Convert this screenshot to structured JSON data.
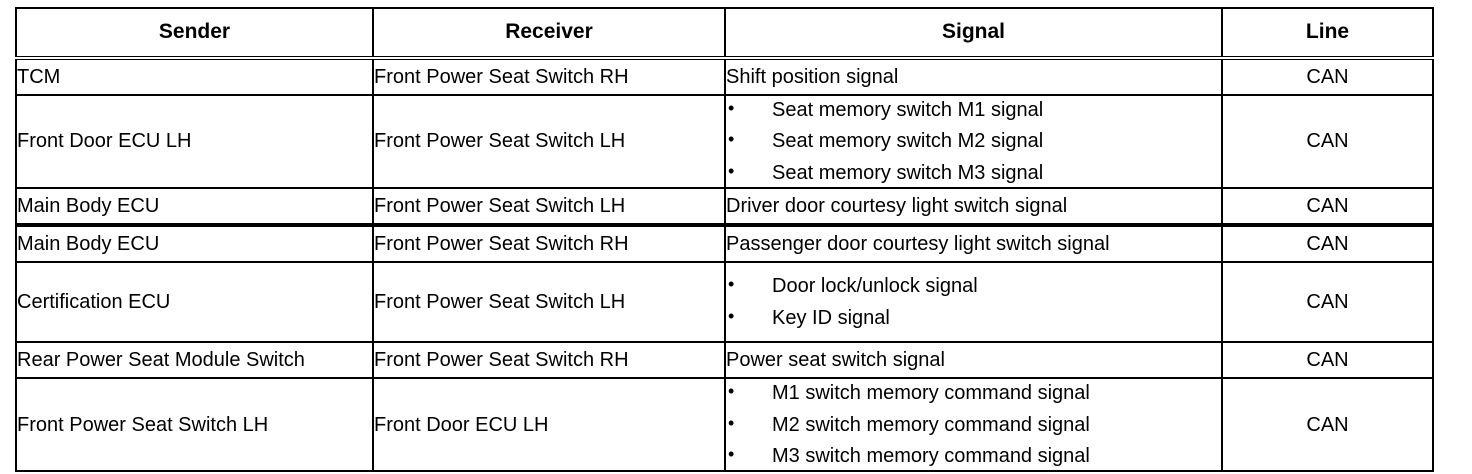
{
  "table": {
    "columns": [
      {
        "key": "sender",
        "label": "Sender"
      },
      {
        "key": "receiver",
        "label": "Receiver"
      },
      {
        "key": "signal",
        "label": "Signal"
      },
      {
        "key": "line",
        "label": "Line"
      }
    ],
    "bullet_glyph": "•",
    "rows": [
      {
        "sender": "TCM",
        "receiver": "Front Power Seat Switch RH",
        "signal_text": "Shift position signal",
        "signal_bullets": [],
        "line": "CAN"
      },
      {
        "sender": "Front Door ECU LH",
        "receiver": "Front Power Seat Switch LH",
        "signal_text": "",
        "signal_bullets": [
          "Seat memory switch M1 signal",
          "Seat memory switch M2 signal",
          "Seat memory switch M3 signal"
        ],
        "line": "CAN"
      },
      {
        "sender": "Main Body ECU",
        "receiver": "Front Power Seat Switch LH",
        "signal_text": "Driver door courtesy light switch signal",
        "signal_bullets": [],
        "line": "CAN"
      },
      {
        "sender": "Main Body ECU",
        "receiver": "Front Power Seat Switch RH",
        "signal_text": "Passenger door courtesy light switch signal",
        "signal_bullets": [],
        "line": "CAN"
      },
      {
        "sender": "Certification ECU",
        "receiver": "Front Power Seat Switch LH",
        "signal_text": "",
        "signal_bullets": [
          "Door lock/unlock signal",
          "Key ID signal"
        ],
        "line": "CAN"
      },
      {
        "sender": "Rear Power Seat Module Switch",
        "receiver": "Front Power Seat Switch RH",
        "signal_text": "Power seat switch signal",
        "signal_bullets": [],
        "line": "CAN"
      },
      {
        "sender": "Front Power Seat Switch LH",
        "receiver": "Front Door ECU LH",
        "signal_text": "",
        "signal_bullets": [
          "M1 switch memory command signal",
          "M2 switch memory command signal",
          "M3 switch memory command signal"
        ],
        "line": "CAN"
      }
    ]
  },
  "style": {
    "border_color": "#000000",
    "text_color": "#000000",
    "background": "#ffffff"
  }
}
